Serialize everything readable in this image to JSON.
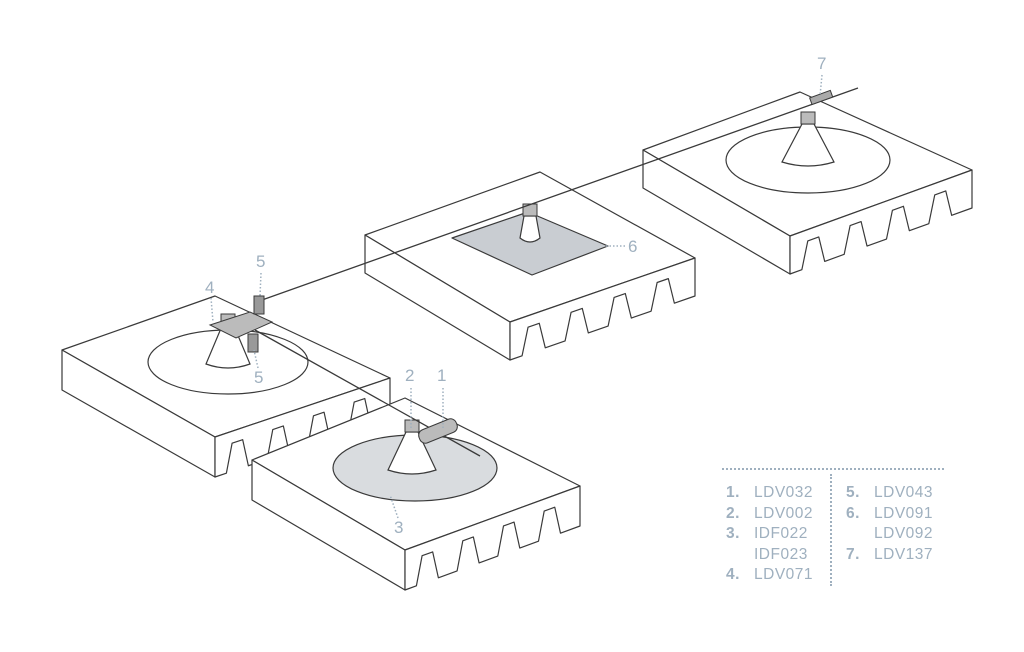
{
  "colors": {
    "line": "#3a3a3a",
    "accent": "#9fb0bf",
    "pad": "#c9cdd2",
    "disc": "#d9dcdf"
  },
  "callouts": [
    "1",
    "2",
    "3",
    "4",
    "5",
    "5",
    "6",
    "7"
  ],
  "legend": {
    "left": [
      {
        "num": "1.",
        "codes": [
          "LDV032"
        ]
      },
      {
        "num": "2.",
        "codes": [
          "LDV002"
        ]
      },
      {
        "num": "3.",
        "codes": [
          "IDF022",
          "IDF023"
        ]
      },
      {
        "num": "4.",
        "codes": [
          "LDV071"
        ]
      }
    ],
    "right": [
      {
        "num": "5.",
        "codes": [
          "LDV043"
        ]
      },
      {
        "num": "6.",
        "codes": [
          "LDV091",
          "LDV092"
        ]
      },
      {
        "num": "7.",
        "codes": [
          "LDV137"
        ]
      }
    ]
  }
}
